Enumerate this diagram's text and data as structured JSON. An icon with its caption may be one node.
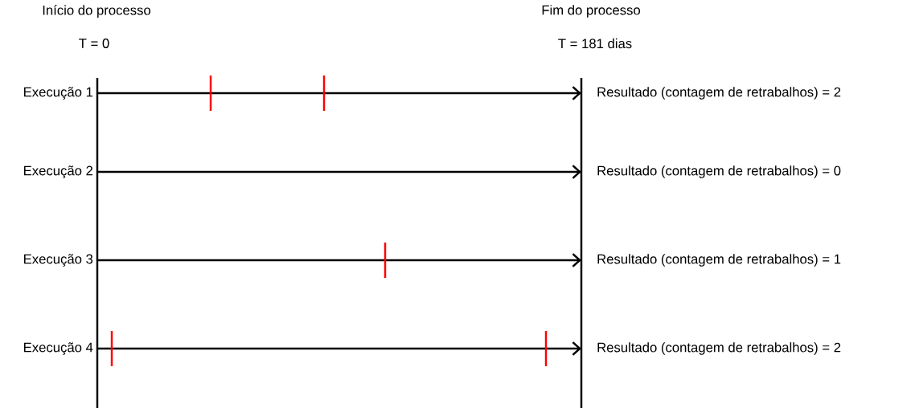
{
  "diagram": {
    "nodes": [
      {
        "text": [
          "Execução 1"
        ]
      },
      {
        "text": [
          "Resultado (contagem de retrabalhos) = 2"
        ]
      },
      {
        "text": [
          "Execução 2"
        ]
      },
      {
        "text": [
          "Resultado (contagem de retrabalhos) = 0"
        ]
      },
      {
        "text": [
          "Execução 3"
        ]
      },
      {
        "text": [
          "Resultado (contagem de retrabalhos) = 1"
        ]
      },
      {
        "text": [
          "Execução 4"
        ]
      },
      {
        "text": [
          "Resultado (contagem de retrabalhos) = 2"
        ]
      }
    ],
    "edges": [
      {
        "from": 0,
        "to": 1,
        "arrow": "to"
      },
      {
        "from": 2,
        "to": 3,
        "arrow": "to"
      },
      {
        "from": 4,
        "to": 5,
        "arrow": "to"
      },
      {
        "from": 6,
        "to": 7,
        "arrow": "to"
      }
    ],
    "labels": [
      "Início do processo",
      "Fim do processo",
      "T = 0",
      "T = 181 dias"
    ]
  }
}
